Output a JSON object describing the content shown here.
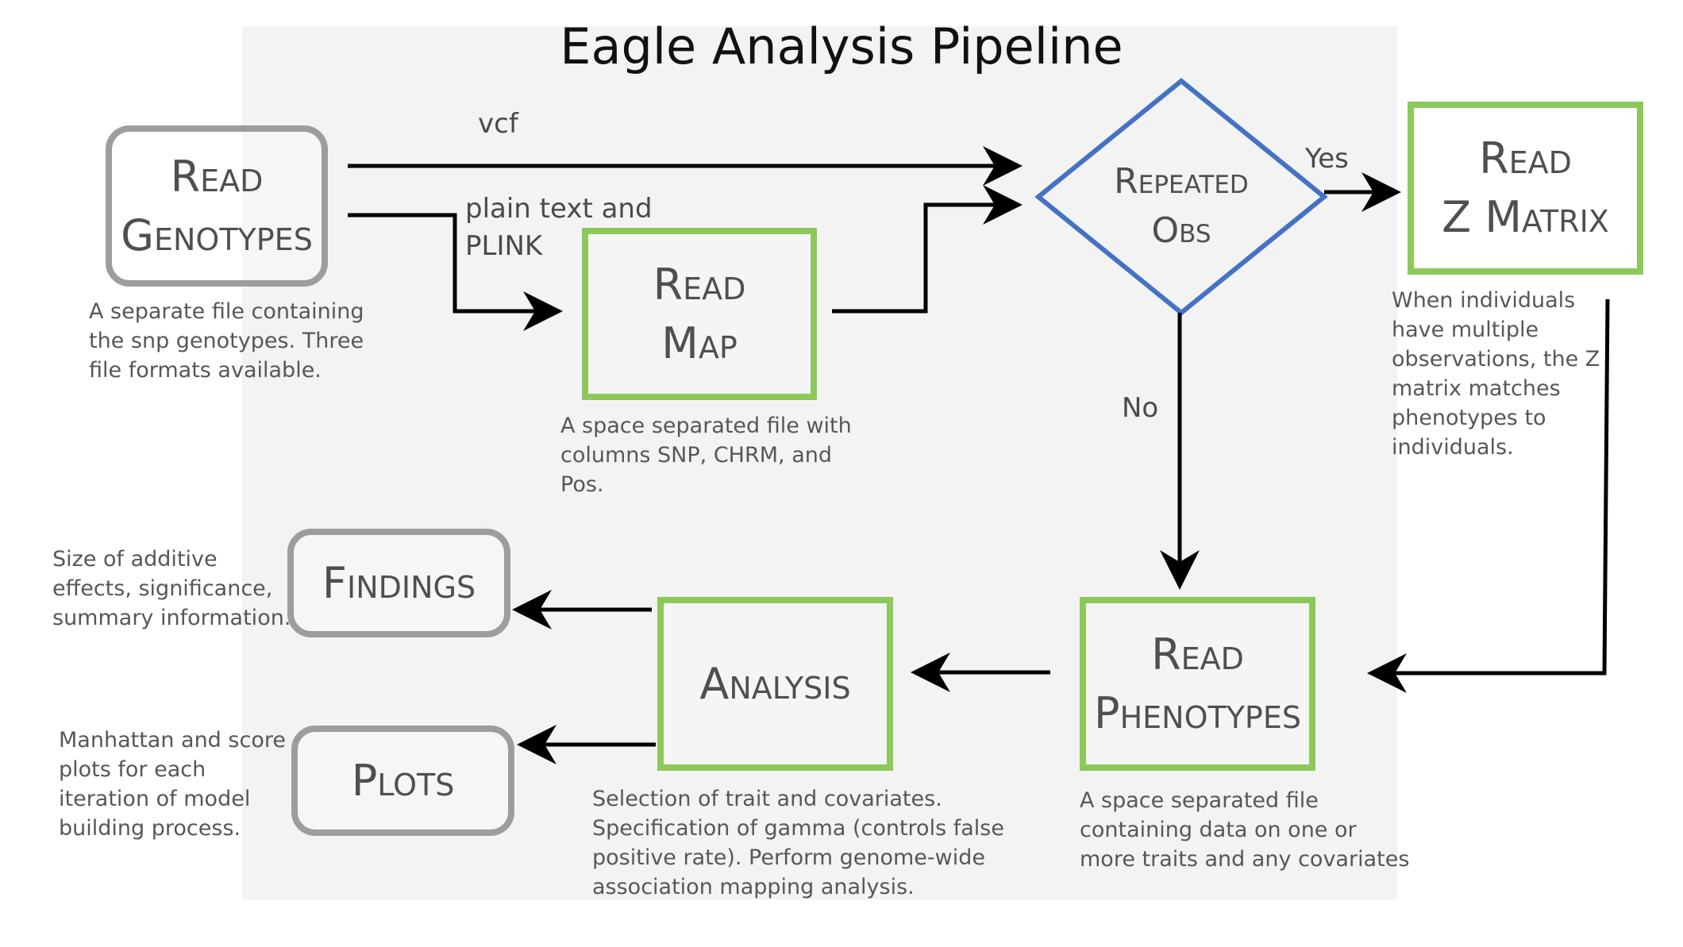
{
  "title": "Eagle Analysis Pipeline",
  "nodes": {
    "read_genotypes": {
      "lines": [
        "Read",
        "Genotypes"
      ],
      "description": [
        "A separate file containing",
        "the snp genotypes. Three",
        "file formats available."
      ]
    },
    "read_map": {
      "lines": [
        "Read",
        "Map"
      ],
      "description": [
        "A space separated file with",
        "columns SNP, CHRM, and",
        "Pos."
      ]
    },
    "repeated_obs": {
      "lines": [
        "Repeated",
        "Obs"
      ]
    },
    "read_z_matrix": {
      "lines": [
        "Read",
        "Z Matrix"
      ],
      "description": [
        "When individuals",
        "have multiple",
        "observations, the Z",
        "matrix matches",
        "phenotypes to",
        "individuals."
      ]
    },
    "read_phenotypes": {
      "lines": [
        "Read",
        "Phenotypes"
      ],
      "description": [
        "A space separated file",
        "containing data on one or",
        "more traits and any covariates"
      ]
    },
    "analysis": {
      "lines": [
        "Analysis"
      ],
      "description": [
        "Selection of trait and covariates.",
        "Specification of gamma (controls false",
        "positive rate). Perform genome-wide",
        "association mapping analysis."
      ]
    },
    "findings": {
      "lines": [
        "Findings"
      ],
      "description": [
        "Size of additive",
        "effects, significance,",
        "summary information."
      ]
    },
    "plots": {
      "lines": [
        "Plots"
      ],
      "description": [
        "Manhattan and score",
        "plots for each",
        "iteration of model",
        "building process."
      ]
    }
  },
  "edge_labels": {
    "vcf": "vcf",
    "plain_text": [
      "plain text and",
      "PLINK"
    ],
    "yes": "Yes",
    "no": "No"
  },
  "colors": {
    "gray_border": "#9d9d9d",
    "green_border": "#8cc95a",
    "diamond_border": "#4472c4",
    "arrow": "#000000"
  }
}
